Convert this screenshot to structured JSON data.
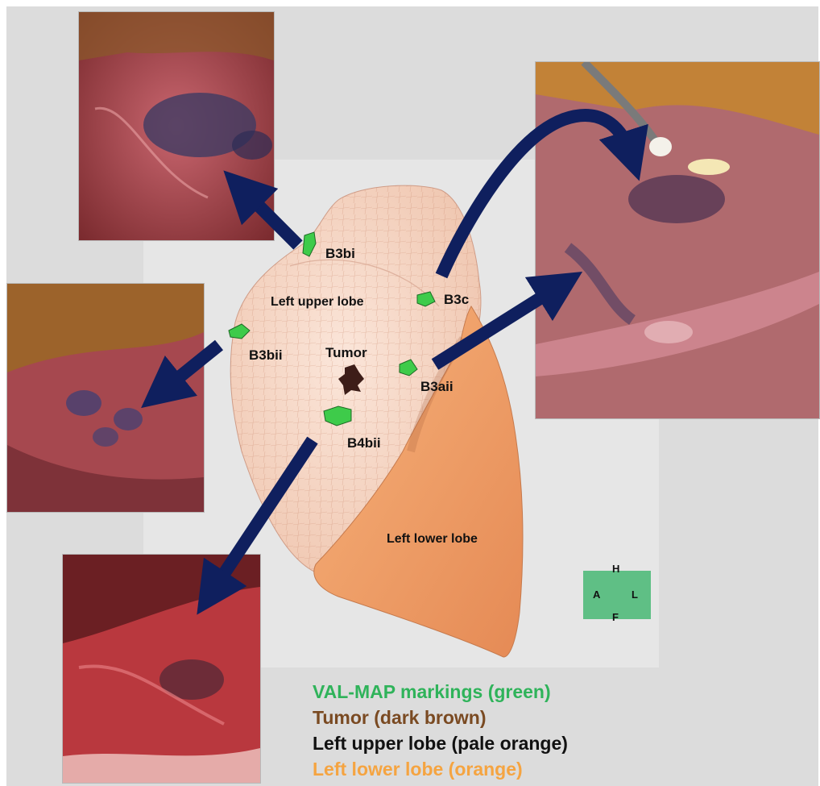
{
  "labels": {
    "b3bi": "B3bi",
    "left_upper_lobe": "Left upper lobe",
    "b3c": "B3c",
    "b3bii": "B3bii",
    "tumor": "Tumor",
    "b3aii": "B3aii",
    "b4bii": "B4bii",
    "left_lower_lobe": "Left lower  lobe"
  },
  "orientation": {
    "h": "H",
    "a": "A",
    "l": "L",
    "f": "F"
  },
  "legend": [
    {
      "text": "VAL-MAP markings (green)",
      "color": "#2fb35a"
    },
    {
      "text": "Tumor (dark brown)",
      "color": "#7a4a22"
    },
    {
      "text": "Left upper lobe (pale orange)",
      "color": "#111111"
    },
    {
      "text": "Left lower lobe (orange)",
      "color": "#f5a441"
    }
  ],
  "colors": {
    "arrow": "#0f1f5e",
    "marker_green": "#3ecb4a",
    "tumor": "#3d1d18",
    "upper_lobe": "#f7d7c6",
    "lower_lobe": "#f4a06a"
  }
}
